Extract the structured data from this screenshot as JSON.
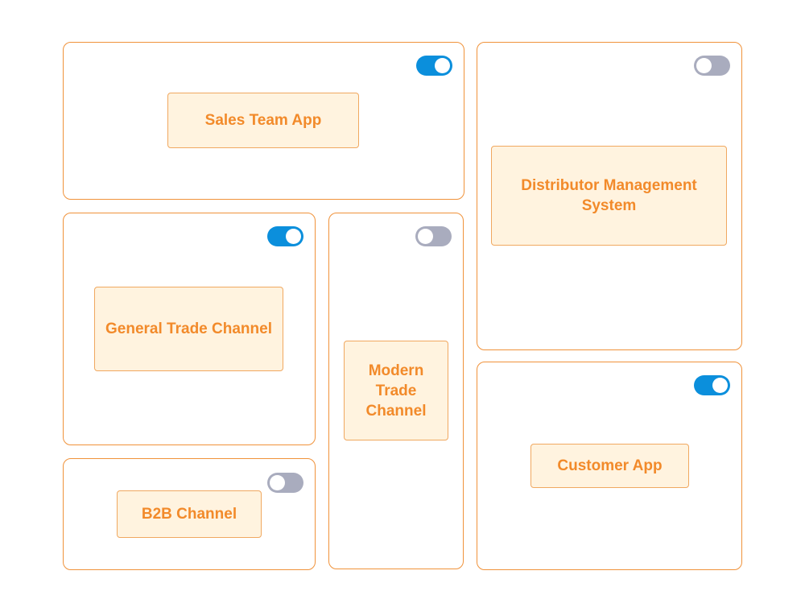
{
  "colors": {
    "card_border": "#f0923a",
    "label_background": "#fff3df",
    "label_text": "#f28a2a",
    "toggle_on": "#0b8fdc",
    "toggle_off": "#a9acbe"
  },
  "modules": {
    "sales_team_app": {
      "label": "Sales Team App",
      "enabled": true
    },
    "general_trade_channel": {
      "label": "General Trade Channel",
      "enabled": true
    },
    "b2b_channel": {
      "label": "B2B Channel",
      "enabled": false
    },
    "modern_trade_channel": {
      "label": "Modern Trade Channel",
      "enabled": false
    },
    "distributor_management_system": {
      "label": "Distributor Management System",
      "enabled": false
    },
    "customer_app": {
      "label": "Customer App",
      "enabled": true
    }
  }
}
